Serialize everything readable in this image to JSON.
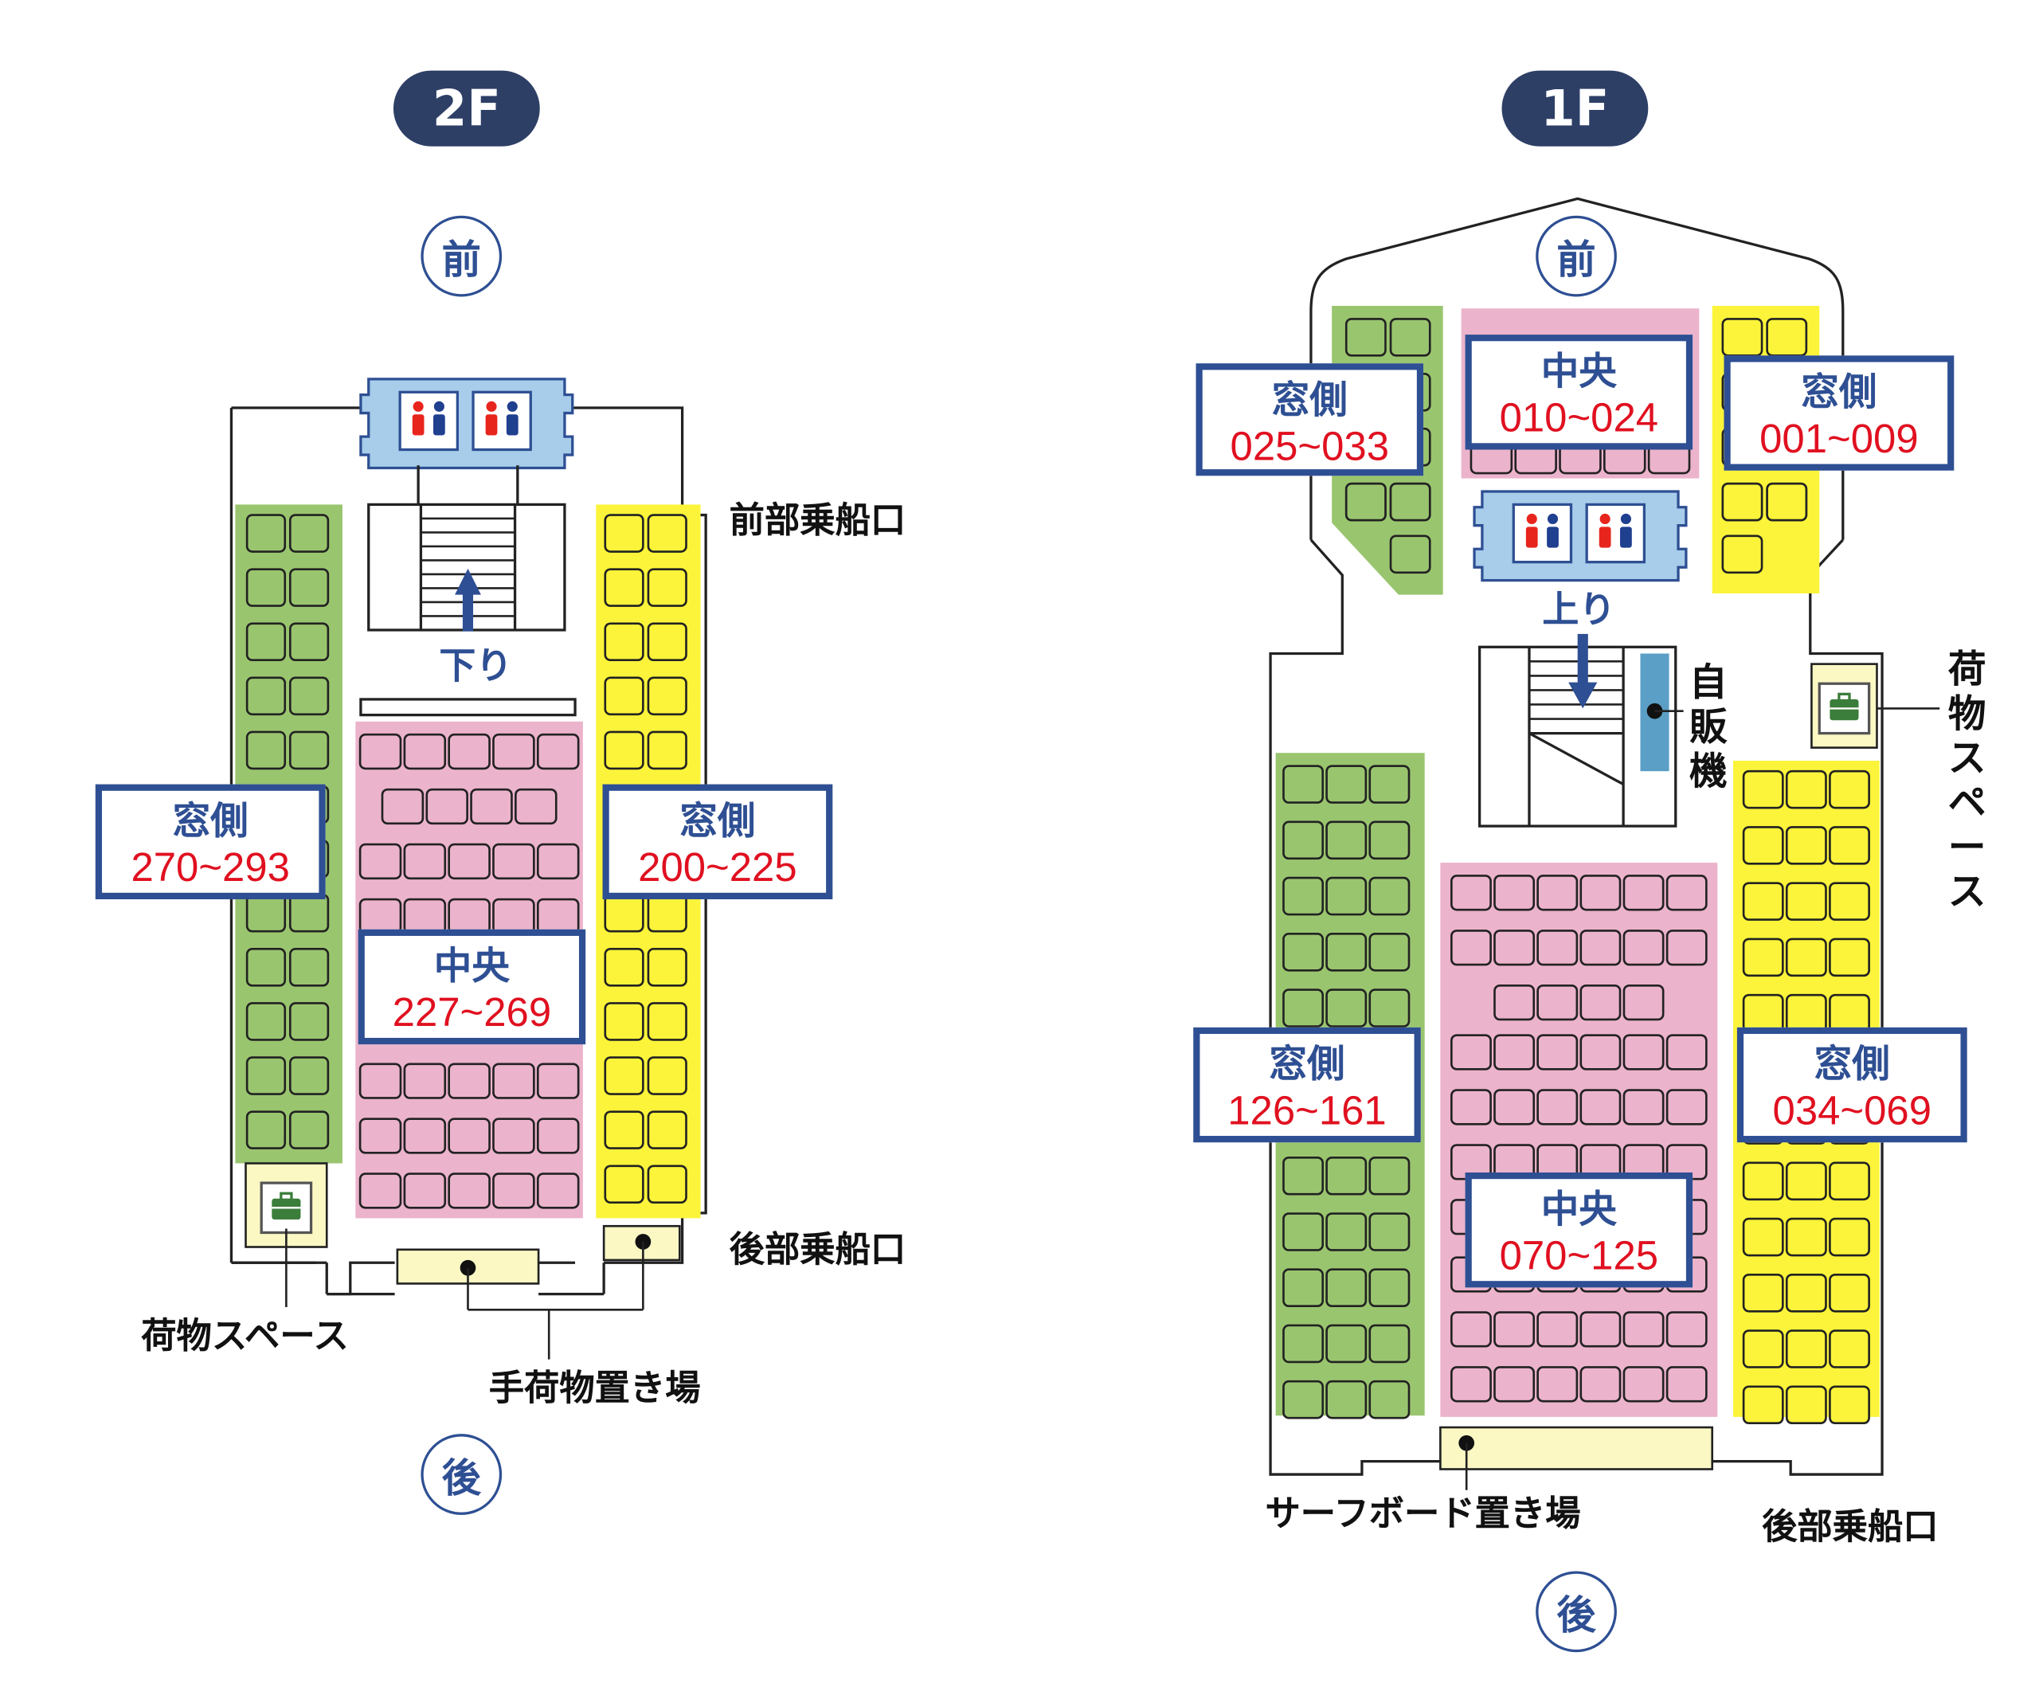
{
  "colors": {
    "window_left": "#9ac56f",
    "window_right": "#fbf43a",
    "center": "#ecb3cc",
    "box_border": "#2e4f93",
    "range_text": "#e01020",
    "pill_bg": "#2e3f66",
    "toilet_bg": "#a7cdea",
    "storage": "#fbf8c4",
    "vending": "#5b9fc6"
  },
  "floor2": {
    "label": "2F",
    "front": "前",
    "back": "後",
    "down": "下り",
    "front_entrance": "前部乗船口",
    "rear_entrance": "後部乗船口",
    "luggage_space": "荷物スペース",
    "hand_luggage": "手荷物置き場",
    "window_left": {
      "title": "窓側",
      "range": "270~293"
    },
    "window_right": {
      "title": "窓側",
      "range": "200~225"
    },
    "center": {
      "title": "中央",
      "range": "227~269"
    }
  },
  "floor1": {
    "label": "1F",
    "front": "前",
    "back": "後",
    "up": "上り",
    "vending": "自販機",
    "luggage_space": "荷物スペース",
    "surfboard": "サーフボード置き場",
    "rear_entrance": "後部乗船口",
    "window_front_left": {
      "title": "窓側",
      "range": "025~033"
    },
    "center_front": {
      "title": "中央",
      "range": "010~024"
    },
    "window_front_right": {
      "title": "窓側",
      "range": "001~009"
    },
    "window_left": {
      "title": "窓側",
      "range": "126~161"
    },
    "window_right": {
      "title": "窓側",
      "range": "034~069"
    },
    "center": {
      "title": "中央",
      "range": "070~125"
    }
  }
}
